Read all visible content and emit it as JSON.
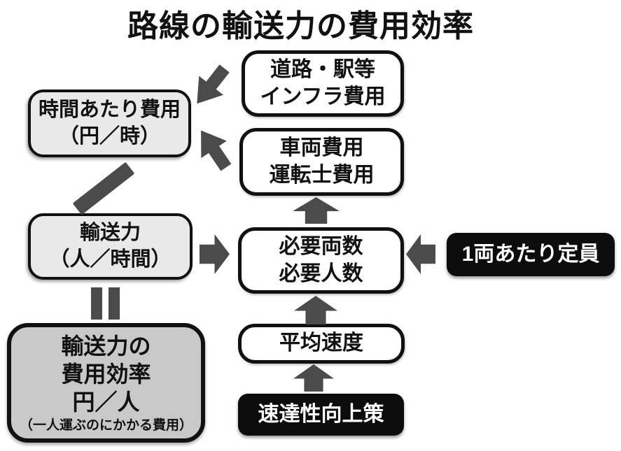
{
  "title": "路線の輸送力の費用効率",
  "boxes": {
    "infra": {
      "line1": "道路・駅等",
      "line2": "インフラ費用"
    },
    "vehicle": {
      "line1": "車両費用",
      "line2": "運転士費用"
    },
    "hourly_cost": {
      "line1": "時間あたり費用",
      "line2": "（円／時）"
    },
    "capacity": {
      "line1": "輸送力",
      "line2": "（人／時間）"
    },
    "required": {
      "line1": "必要両数",
      "line2": "必要人数"
    },
    "capacity_per_car": {
      "label": "1両あたり定員"
    },
    "avg_speed": {
      "label": "平均速度"
    },
    "speed_up_measures": {
      "label": "速達性向上策"
    },
    "cost_efficiency": {
      "line1": "輸送力の",
      "line2": "費用効率",
      "line3": "円／人",
      "line4": "（一人運ぶのにかかる費用）"
    }
  },
  "operators": {
    "divide": "diagonal-slash",
    "equals": "double-bar"
  },
  "colors": {
    "arrow": "#4b4b4b",
    "operator": "#4b4b4b",
    "box_border": "#111111",
    "light_box_bg": "#e9e9e9",
    "medium_box_bg": "#c9c9c9",
    "dark_box_bg": "#0c0c0c",
    "dark_box_text": "#ffffff",
    "text": "#111111",
    "background": "#ffffff"
  }
}
